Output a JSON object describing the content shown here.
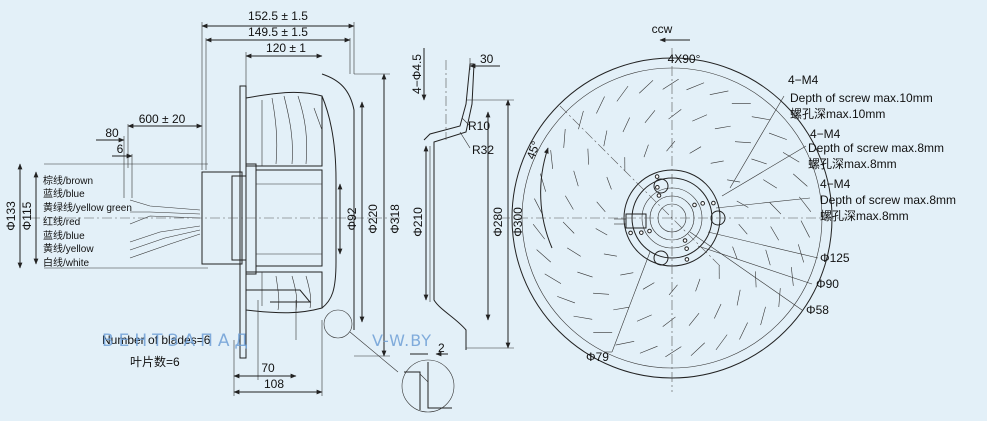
{
  "dimensions": {
    "overall_width_a": "152.5 ± 1.5",
    "overall_width_b": "149.5 ± 1.5",
    "impeller_width": "120 ± 1",
    "cable_length": "600 ± 20",
    "strip_80": "80",
    "strip_6": "6",
    "dia_133": "Φ133",
    "dia_115": "Φ115",
    "dia_92": "Φ92",
    "dia_220": "Φ220",
    "dia_318": "Φ318",
    "base_70": "70",
    "base_108": "108",
    "hole_spec": "4−Φ4.5",
    "ring_30": "30",
    "r10": "R10",
    "r32": "R32",
    "dia_210": "Φ210",
    "dia_280": "Φ280",
    "dia_300": "Φ300",
    "detail_2": "2"
  },
  "wires": [
    "棕线/brown",
    "蓝线/blue",
    "黄绿线/yellow green",
    "红线/red",
    "蓝线/blue",
    "黄线/yellow",
    "白线/white"
  ],
  "blades": {
    "en": "Number of blades=6",
    "cn": "叶片数=6"
  },
  "front_view": {
    "rotation": "ccw",
    "pattern": "4X90°",
    "angle": "45°",
    "screw_groups": [
      {
        "count": "4−M4",
        "depth_en": "Depth of screw max.10mm",
        "depth_cn": "螺孔深max.10mm"
      },
      {
        "count": "4−M4",
        "depth_en": "Depth of screw max.8mm",
        "depth_cn": "螺孔深max.8mm"
      },
      {
        "count": "4−M4",
        "depth_en": "Depth of screw max.8mm",
        "depth_cn": "螺孔深max.8mm"
      }
    ],
    "dia_125": "Φ125",
    "dia_90": "Φ90",
    "dia_58": "Φ58",
    "dia_79": "Φ79"
  },
  "watermark": {
    "left": "ВЕНТЗАПАД",
    "right": "V-W.BY"
  },
  "colors": {
    "background": "#e3f0f8",
    "line": "#222222",
    "watermark": "#6fa0d6"
  }
}
